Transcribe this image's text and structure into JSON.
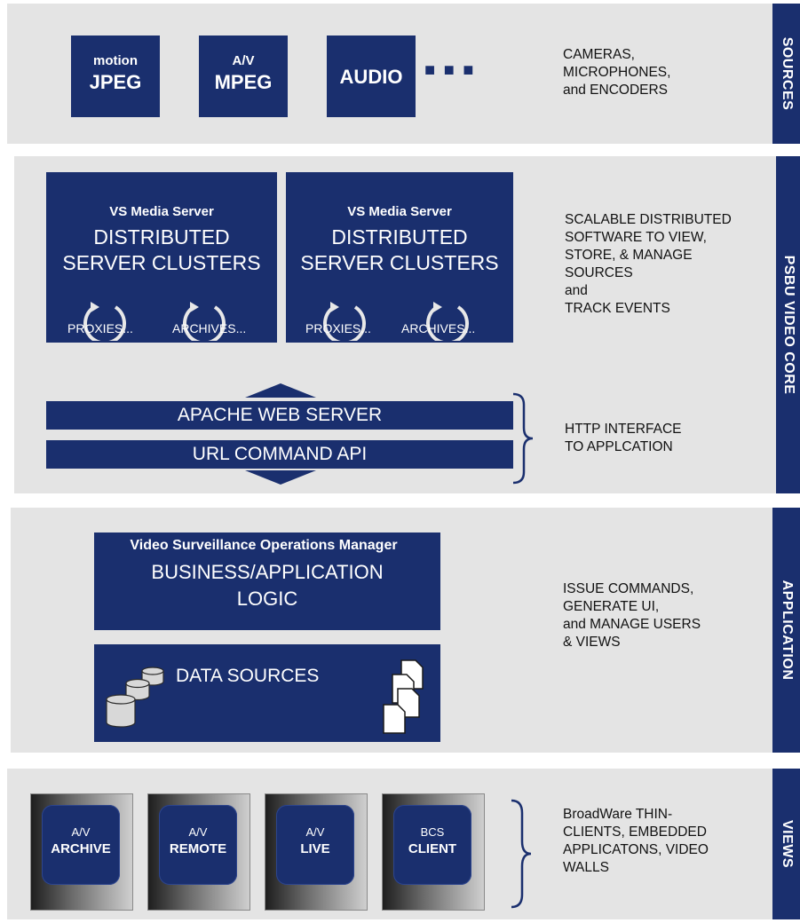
{
  "sections": {
    "sources": {
      "side_label": "SOURCES",
      "boxes": [
        {
          "top": "motion",
          "bottom": "JPEG"
        },
        {
          "top": "A/V",
          "bottom": "MPEG"
        },
        {
          "top": "",
          "bottom": "AUDIO"
        }
      ],
      "ellipsis": "■ ■ ■",
      "description": "CAMERAS,\nMICROPHONES,\nand ENCODERS"
    },
    "core": {
      "side_label": "PSBU VIDEO CORE",
      "servers": [
        {
          "subtitle": "VS Media Server",
          "title_line1": "DISTRIBUTED",
          "title_line2": "SERVER CLUSTERS",
          "proxies": "PROXIES...",
          "archives": "ARCHIVES..."
        },
        {
          "subtitle": "VS Media Server",
          "title_line1": "DISTRIBUTED",
          "title_line2": "SERVER CLUSTERS",
          "proxies": "PROXIES...",
          "archives": "ARCHIVES..."
        }
      ],
      "description": "SCALABLE DISTRIBUTED\nSOFTWARE TO VIEW,\nSTORE, & MANAGE\nSOURCES\nand\nTRACK EVENTS",
      "web_server": "APACHE WEB SERVER",
      "url_api": "URL COMMAND API",
      "http_description": "HTTP INTERFACE\nTO APPLCATION"
    },
    "application": {
      "side_label": "APPLICATION",
      "manager_subtitle": "Video Surveillance Operations Manager",
      "logic_line1": "BUSINESS/APPLICATION",
      "logic_line2": "LOGIC",
      "data_sources": "DATA SOURCES",
      "description": "ISSUE COMMANDS,\nGENERATE UI,\nand MANAGE USERS\n& VIEWS"
    },
    "views": {
      "side_label": "VIEWS",
      "tiles": [
        {
          "line1": "A/V",
          "line2": "ARCHIVE"
        },
        {
          "line1": "A/V",
          "line2": "REMOTE"
        },
        {
          "line1": "A/V",
          "line2": "LIVE"
        },
        {
          "line1": "BCS",
          "line2": "CLIENT"
        }
      ],
      "description": "BroadWare THIN-\nCLIENTS, EMBEDDED\nAPPLICATONS, VIDEO\nWALLS"
    }
  },
  "colors": {
    "navy": "#1a2f6e",
    "band": "#e4e4e4"
  }
}
